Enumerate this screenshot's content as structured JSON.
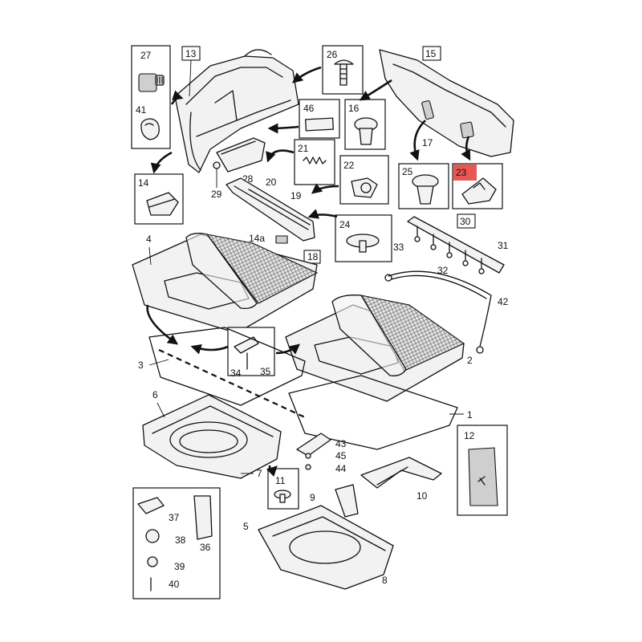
{
  "diagram": {
    "background": "#ffffff",
    "highlight_color": "#e53935",
    "highlighted_part": "23",
    "callouts": {
      "c1": "1",
      "c2": "2",
      "c3": "3",
      "c4": "4",
      "c5": "5",
      "c6": "6",
      "c7": "7",
      "c8": "8",
      "c9": "9",
      "c10": "10",
      "c11": "11",
      "c12": "12",
      "c13": "13",
      "c14": "14",
      "c14a": "14a",
      "c15": "15",
      "c16": "16",
      "c17": "17",
      "c18": "18",
      "c19": "19",
      "c20": "20",
      "c21": "21",
      "c22": "22",
      "c23": "23",
      "c24": "24",
      "c25": "25",
      "c26": "26",
      "c27": "27",
      "c28": "28",
      "c29": "29",
      "c30": "30",
      "c31": "31",
      "c32": "32",
      "c33": "33",
      "c34": "34",
      "c35": "35",
      "c36": "36",
      "c37": "37",
      "c38": "38",
      "c39": "39",
      "c40": "40",
      "c41": "41",
      "c42": "42",
      "c43": "43",
      "c44": "44",
      "c45": "45",
      "c46": "46"
    }
  }
}
